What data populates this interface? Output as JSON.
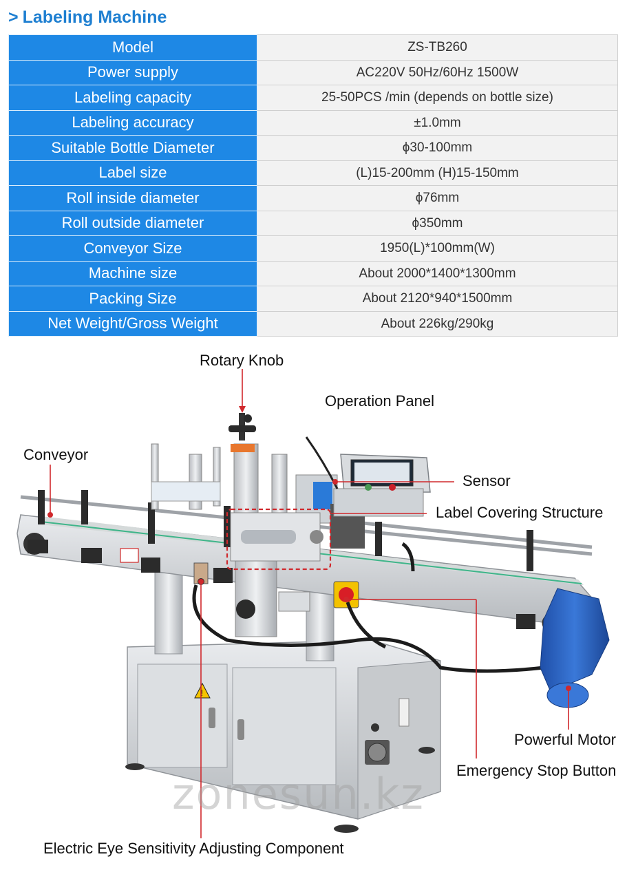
{
  "header": {
    "chevron": ">",
    "title": "Labeling Machine"
  },
  "specs": [
    {
      "label": "Model",
      "value": "ZS-TB260"
    },
    {
      "label": "Power supply",
      "value": "AC220V 50Hz/60Hz 1500W"
    },
    {
      "label": "Labeling capacity",
      "value": "25-50PCS /min (depends on bottle size)"
    },
    {
      "label": "Labeling accuracy",
      "value": "±1.0mm"
    },
    {
      "label": "Suitable Bottle Diameter",
      "value": "ϕ30-100mm"
    },
    {
      "label": "Label size",
      "value": "(L)15-200mm (H)15-150mm"
    },
    {
      "label": "Roll inside diameter",
      "value": "ϕ76mm"
    },
    {
      "label": "Roll outside diameter",
      "value": "ϕ350mm"
    },
    {
      "label": "Conveyor Size",
      "value": "1950(L)*100mm(W)"
    },
    {
      "label": "Machine size",
      "value": "About 2000*1400*1300mm"
    },
    {
      "label": "Packing Size",
      "value": "About 2120*940*1500mm"
    },
    {
      "label": "Net Weight/Gross Weight",
      "value": "About 226kg/290kg"
    }
  ],
  "callouts": {
    "rotary_knob": "Rotary Knob",
    "operation_panel": "Operation Panel",
    "conveyor": "Conveyor",
    "sensor": "Sensor",
    "label_covering": "Label Covering Structure",
    "powerful_motor": "Powerful Motor",
    "emergency_stop": "Emergency Stop Button",
    "electric_eye": "Electric Eye Sensitivity Adjusting Component"
  },
  "watermark": "zonesun.kz",
  "colors": {
    "title": "#1e7fd1",
    "table_key_bg": "#1e88e5",
    "callout_line": "#d0282c",
    "motor": "#2a63c4"
  }
}
